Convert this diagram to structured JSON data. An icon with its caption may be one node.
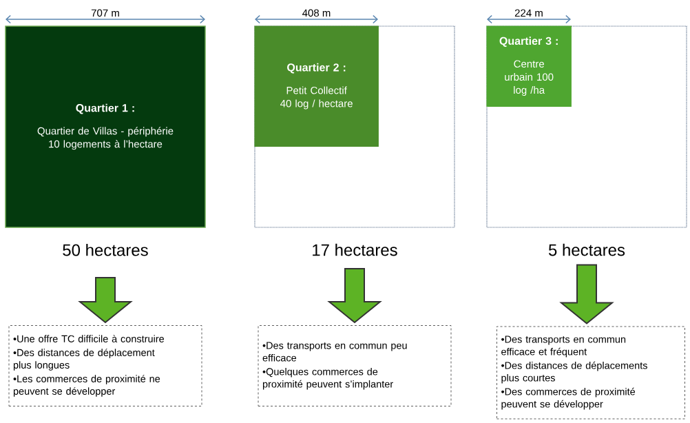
{
  "diagram": {
    "nodes": [
      {
        "text": [
          "Quartier 1 :",
          "Quartier de Villas - périphérie 10 logements à l’hectare"
        ],
        "beside": [
          "50 hectares"
        ]
      },
      {
        "text": [],
        "shape": "box",
        "beside": [
          "17 hectares"
        ]
      },
      {
        "text": [
          "Quartier 2 :",
          "Petit Collectif 40 log / hectare"
        ],
        "in": 1
      },
      {
        "text": [],
        "shape": "box",
        "beside": [
          "5 hectares"
        ]
      },
      {
        "text": [
          "Quartier 3 :",
          "Centre urbain 100 log /ha"
        ],
        "in": 3
      },
      {
        "text": [
          "•Une offre TC difficile à construire",
          "•Des distances de déplacement plus longues",
          "•Les commerces de proximité ne peuvent se développer"
        ]
      },
      {
        "text": [
          "•Des transports en commun peu efficace",
          "•Quelques commerces de proximité peuvent s’implanter"
        ]
      },
      {
        "text": [
          "•Des transports en commun efficace et fréquent",
          "•Des distances de déplacements plus courtes",
          "•Des commerces de proximité peuvent se développer"
        ]
      }
    ],
    "edges": [
      {
        "from": 0,
        "to": 5,
        "arrow": "to"
      },
      {
        "from": 1,
        "to": 6,
        "arrow": "to"
      },
      {
        "from": 3,
        "to": 7,
        "arrow": "to"
      }
    ],
    "labels": [
      "707 m",
      "408 m",
      "224 m"
    ]
  }
}
